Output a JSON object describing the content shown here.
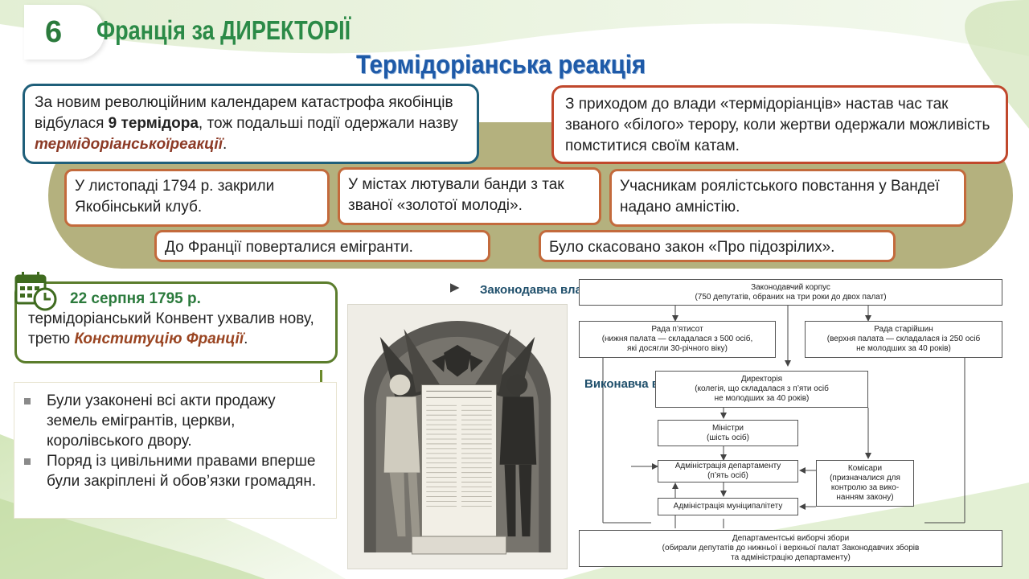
{
  "header": {
    "slide_number": "6",
    "title": "Франція за ДИРЕКТОРІЇ",
    "subtitle": "Термідоріанська  реакція"
  },
  "top_left_box": {
    "text_1": "За новим революційним календарем катастрофа якобінців відбулася ",
    "bold": "9 термідора",
    "text_2": ", тож подальші події одержали назву ",
    "emphasis": "термідоріанськоїреакції",
    "text_3": "."
  },
  "top_right_box": {
    "text": "З приходом до влади «термідоріанців» настав час так званого «білого» терору, коли жертви одержали можливість помститися своїм катам."
  },
  "band_items": [
    "У листопаді 1794 р. закрили Якобінський клуб.",
    "У містах лютували банди з так званої «золотої молоді».",
    "Учасникам роялістського повстання у Вандеї надано амністію.",
    "До Франції поверталися емігранти.",
    "Було скасовано закон «Про підозрілих»."
  ],
  "date_box": {
    "date": "22 серпня 1795 р.",
    "text_1": "термідоріанський Конвент ухвалив нову, третю ",
    "emphasis": "Конституцію Франції",
    "text_2": "."
  },
  "bullets": [
    "Були узаконені всі акти продажу земель емігрантів, церкви, королівського двору.",
    "Поряд із цивільними правами вперше були закріплені й обов’язки громадян."
  ],
  "diagram": {
    "label_legislative": "Законодавча  влада",
    "label_executive": "Виконавча  влада",
    "legislative_corps": [
      "Законодавчий корпус",
      "(750 депутатів, обраних на три роки до двох палат)"
    ],
    "council_500": [
      "Рада п’ятисот",
      "(нижня палата — складалася з 500 осіб,",
      "які досягли 30-річного віку)"
    ],
    "council_elders": [
      "Рада старійшин",
      "(верхня палата — складалася із 250 осіб",
      "не молодших за 40 років)"
    ],
    "directory": [
      "Директорія",
      "(колегія, що складалася з п’яти осіб",
      "не молодших за 40 років)"
    ],
    "ministers": [
      "Міністри",
      "(шість осіб)"
    ],
    "dept_admin": [
      "Адміністрація департаменту",
      "(п’ять осіб)"
    ],
    "commissars": [
      "Комісари",
      "(призначалися для",
      "контролю за вико-",
      "нанням закону)"
    ],
    "municipal_admin": [
      "Адміністрація муніципалітету"
    ],
    "electoral_assemblies": [
      "Департаментські виборчі збори",
      "(обирали депутатів до нижньої і верхньої палат Законодавчих зборів",
      "та адміністрацію департаменту)"
    ]
  },
  "colors": {
    "title_green": "#2b8a47",
    "subtitle_blue": "#1e5aa8",
    "band_olive": "#b4b17e",
    "box_blue_border": "#1f5f7a",
    "box_red_border": "#c0482c",
    "box_orange_border": "#c36a3c",
    "date_box_border": "#5b7d2c"
  },
  "icons": [
    "calendar-clock-icon",
    "arrow-right-icon",
    "arrow-down-icon"
  ]
}
